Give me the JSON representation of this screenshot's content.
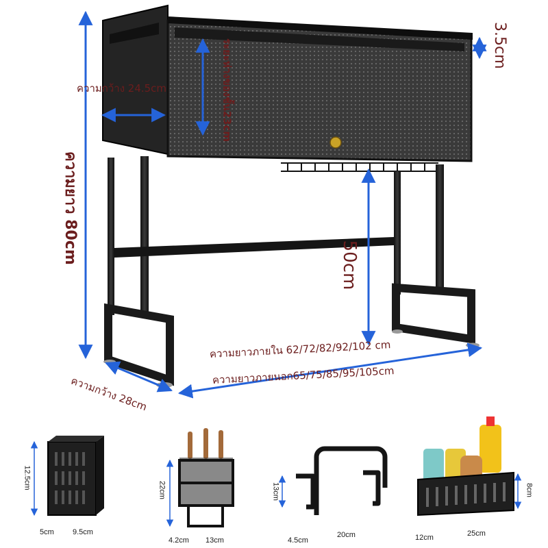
{
  "colors": {
    "dimension_arrow": "#2563d9",
    "label_text": "#6b1d1d",
    "frame": "#1c1c1c",
    "cabinet_panel": "#2b2b2b",
    "bottle_yellow": "#f2c21a"
  },
  "main_rack": {
    "labels": {
      "total_height": "ความยาว 80cm",
      "top_cabinet_width": "ความกว้าง 24.5cm",
      "shelf_spacing": "ระยะห่างของชั้น23cm",
      "top_ledge": "3.5cm",
      "lower_clearance": "50cm",
      "inner_length": "ความยาวภายใน 62/72/82/92/102 cm",
      "outer_length": "ความยาวภายนอก65/75/85/95/105cm",
      "depth": "ความกว้าง 28cm"
    }
  },
  "accessories": [
    {
      "name": "utensil-holder",
      "dims": [
        "12.5cm",
        "5cm",
        "9.5cm"
      ]
    },
    {
      "name": "knife-holder",
      "dims": [
        "22cm",
        "4.2cm",
        "13cm"
      ]
    },
    {
      "name": "towel-hook",
      "dims": [
        "13cm",
        "4.5cm",
        "20cm"
      ]
    },
    {
      "name": "sponge-basket",
      "dims": [
        "8cm",
        "12cm",
        "25cm"
      ]
    }
  ]
}
